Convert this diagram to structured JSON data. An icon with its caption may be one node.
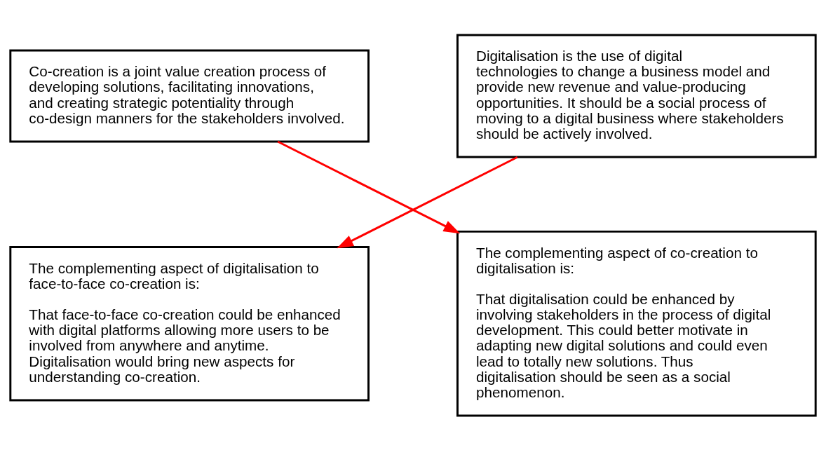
{
  "diagram": {
    "nodes": [
      {
        "text": [
          "Co-creation is a joint value creation process of developing solutions, facilitating innovations, and creating strategic potentiality through co-design manners for the stakeholders involved."
        ]
      },
      {
        "text": [
          "Digitalisation is the use of digital technologies to change a business model and provide new revenue and value-producing opportunities. It should be a social process of moving to a digital business where stakeholders should be actively involved."
        ]
      },
      {
        "text": [
          "The complementing aspect of digitalisation to face-to-face co-creation is:",
          "That face-to-face co-creation could be enhanced with digital platforms allowing more users to be involved from anywhere and anytime. Digitalisation would bring new aspects for understanding co-creation."
        ]
      },
      {
        "text": [
          "The complementing aspect of co-creation to digitalisation is:",
          "That digitalisation could be enhanced by involving stakeholders in the process of digital development. This could better motivate in adapting new digital solutions and could even lead to totally new solutions. Thus digitalisation should be seen as a social phenomenon."
        ]
      }
    ],
    "edges": [
      {
        "from": 0,
        "to": 3,
        "arrow": "to",
        "color": "#ff0000"
      },
      {
        "from": 1,
        "to": 2,
        "arrow": "to",
        "color": "#ff0000"
      }
    ]
  }
}
